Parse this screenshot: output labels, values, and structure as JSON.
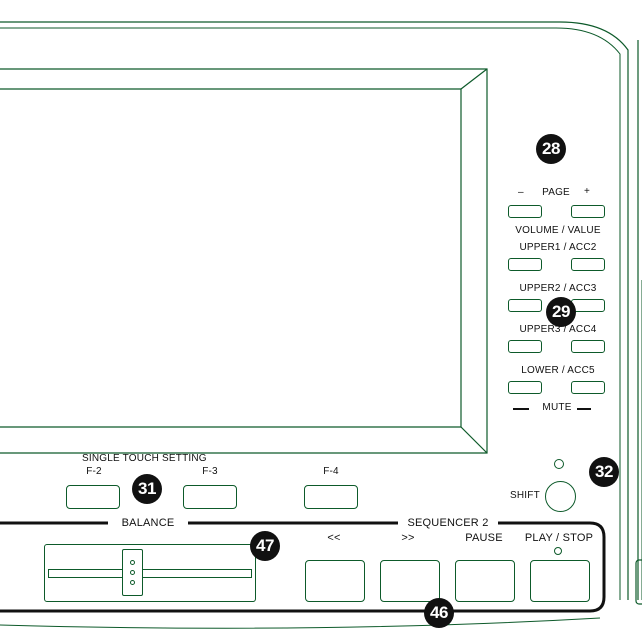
{
  "labels": {
    "page": "PAGE",
    "page_minus": "–",
    "page_plus": "+",
    "volume_value": "VOLUME / VALUE",
    "upper1_acc2": "UPPER1 / ACC2",
    "upper2_acc3": "UPPER2 / ACC3",
    "upper3_acc4": "UPPER3 / ACC4",
    "lower_acc5": "LOWER / ACC5",
    "mute": "MUTE",
    "single_touch_setting": "SINGLE TOUCH SETTING",
    "f2": "F-2",
    "f3": "F-3",
    "f4": "F-4",
    "shift": "SHIFT",
    "balance": "BALANCE",
    "sequencer2": "SEQUENCER 2",
    "rewind": "<<",
    "forward": ">>",
    "pause": "PAUSE",
    "play_stop": "PLAY / STOP"
  },
  "callouts": {
    "c28": "28",
    "c29": "29",
    "c31": "31",
    "c32": "32",
    "c46": "46",
    "c47": "47"
  },
  "colors": {
    "outline": "#0d5a2a",
    "callout_bg": "#111111"
  }
}
